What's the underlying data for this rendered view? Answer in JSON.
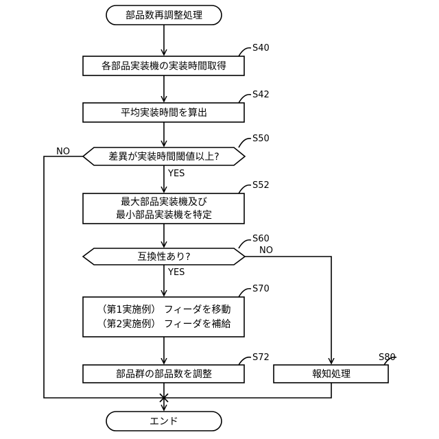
{
  "flowchart": {
    "start": "部品数再調整処理",
    "end": "エンド",
    "steps": {
      "s40": {
        "step_id": "S40",
        "text": "各部品実装機の実装時間取得"
      },
      "s42": {
        "step_id": "S42",
        "text": "平均実装時間を算出"
      },
      "s50": {
        "step_id": "S50",
        "text": "差異が実装時間閾値以上?",
        "yes": "YES",
        "no": "NO"
      },
      "s52": {
        "step_id": "S52",
        "line1": "最大部品実装機及び",
        "line2": "最小部品実装機を特定"
      },
      "s60": {
        "step_id": "S60",
        "text": "互換性あり?",
        "yes": "YES",
        "no": "NO"
      },
      "s70": {
        "step_id": "S70",
        "line1": "（第1実施例） フィーダを移動",
        "line2": "（第2実施例） フィーダを補給"
      },
      "s72": {
        "step_id": "S72",
        "text": "部品群の部品数を調整"
      },
      "s80": {
        "step_id": "S80",
        "text": "報知処理"
      }
    }
  }
}
